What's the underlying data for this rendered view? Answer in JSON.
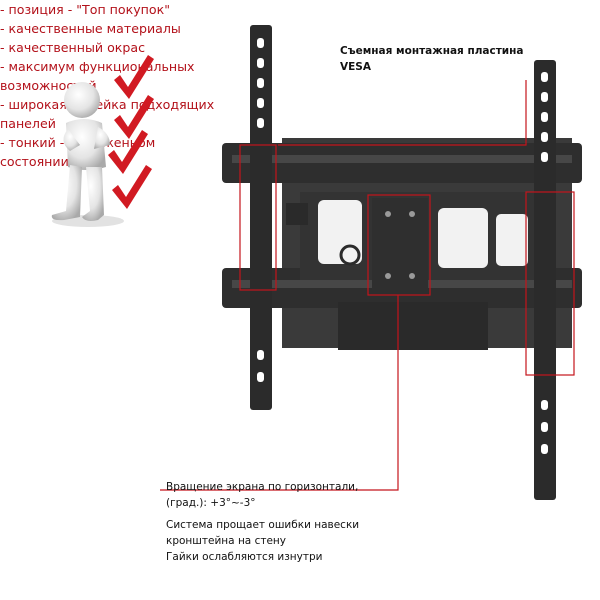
{
  "features": [
    "- позиция - \"Топ покупок\"",
    "- качественные материалы",
    "- качественный окрас",
    "- максимум функциональных возможностей",
    "- широкая линейка подходящих панелей",
    "- тонкий - в сложенном состоянии"
  ],
  "callouts": {
    "vesa_line1": "Съемная монтажная пластина",
    "vesa_line2": "VESA",
    "rotation_line1": "Вращение экрана по горизонтали,",
    "rotation_line2": "(град.): +3°~-3°",
    "system_line1": "Система прощает ошибки навески",
    "system_line2": "кронштейна на стену",
    "system_line3": "Гайки ослабляются изнутри"
  },
  "colors": {
    "accent_red": "#c4141c",
    "metal_dark": "#2b2b2b",
    "text_red": "#b3111a"
  },
  "icons": [
    "person-figure-icon",
    "checkmark-icon"
  ]
}
